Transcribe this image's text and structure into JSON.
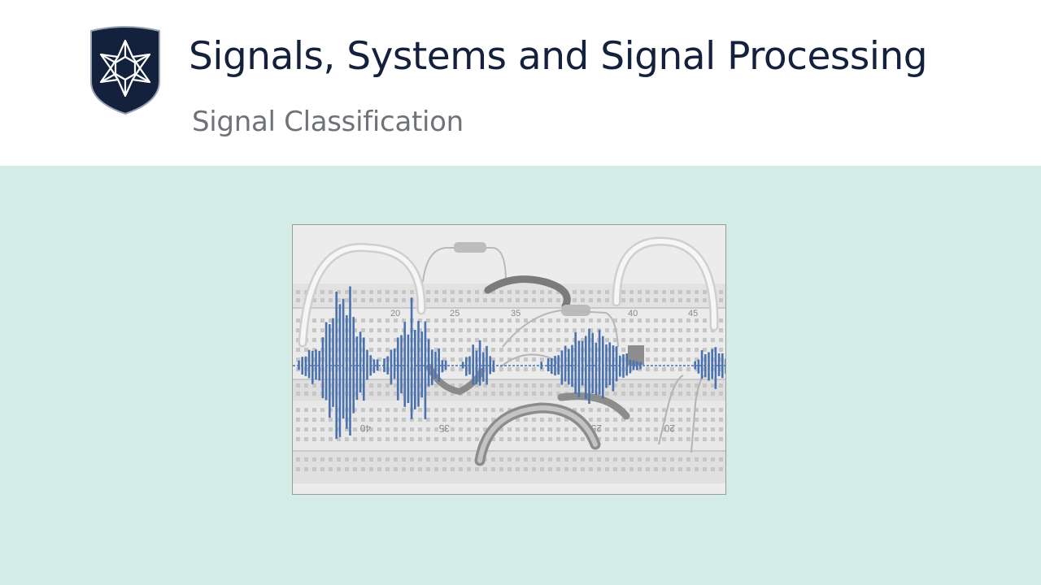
{
  "header": {
    "title": "Signals, Systems and Signal Processing",
    "subtitle": "Signal Classification"
  },
  "figure": {
    "board_numbers_top": [
      "20",
      "25",
      "35",
      "40",
      "45"
    ],
    "board_numbers_bottom": [
      "40",
      "35",
      "25",
      "20"
    ],
    "waveform_color": "#4a72b0"
  },
  "colors": {
    "header_bg": "#ffffff",
    "stage_bg": "#d3ece5",
    "title": "#14213d",
    "subtitle": "#6f7378",
    "logo_bg": "#14213d"
  }
}
